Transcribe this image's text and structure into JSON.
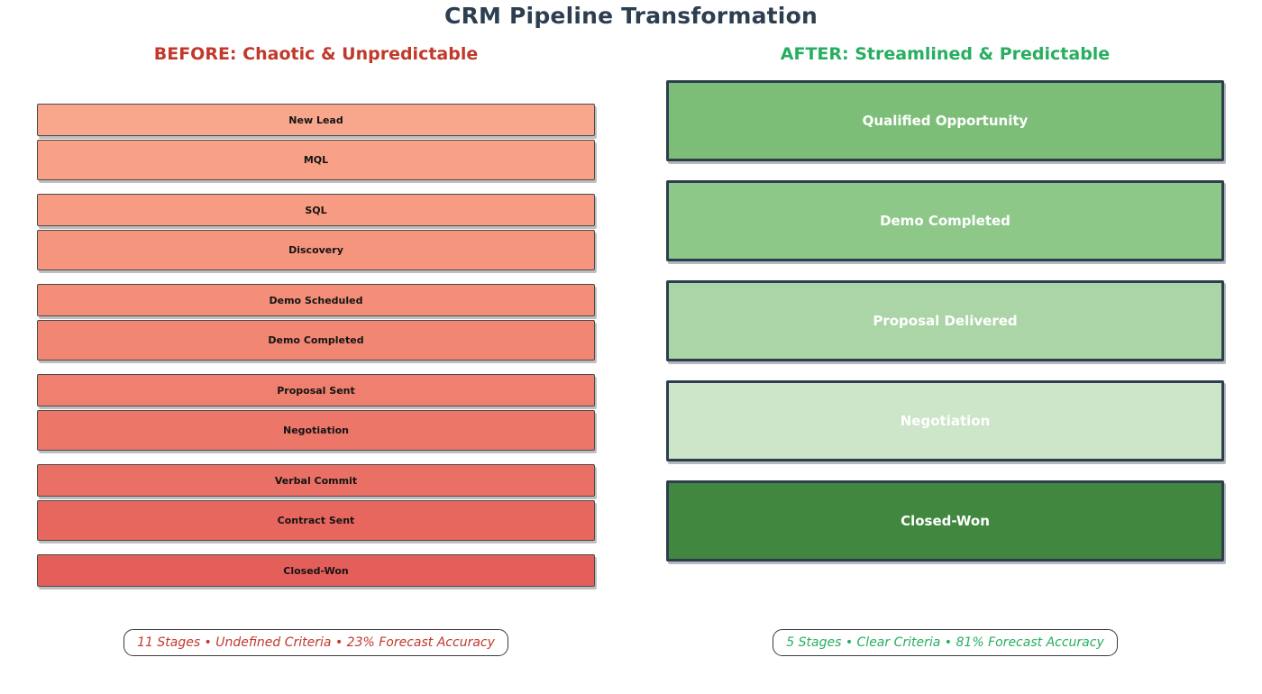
{
  "title": "CRM Pipeline Transformation",
  "before": {
    "heading": "BEFORE: Chaotic & Unpredictable",
    "heading_color": "#c0392b",
    "stages": [
      {
        "label": "New Lead",
        "color": "#f9a78c"
      },
      {
        "label": "MQL",
        "color": "#f8a187"
      },
      {
        "label": "SQL",
        "color": "#f79b82"
      },
      {
        "label": "Discovery",
        "color": "#f6957d"
      },
      {
        "label": "Demo Scheduled",
        "color": "#f48e78"
      },
      {
        "label": "Demo Completed",
        "color": "#f18773"
      },
      {
        "label": "Proposal Sent",
        "color": "#ef7f6e"
      },
      {
        "label": "Negotiation",
        "color": "#ec7769"
      },
      {
        "label": "Verbal Commit",
        "color": "#ea6f64"
      },
      {
        "label": "Contract Sent",
        "color": "#e7675f"
      },
      {
        "label": "Closed-Won",
        "color": "#e55f5a"
      }
    ],
    "caption": "11 Stages • Undefined Criteria • 23% Forecast Accuracy",
    "caption_color": "#c0392b"
  },
  "after": {
    "heading": "AFTER: Streamlined & Predictable",
    "heading_color": "#27ae60",
    "stages": [
      {
        "label": "Qualified Opportunity",
        "color": "#7cbe78"
      },
      {
        "label": "Demo Completed",
        "color": "#8dc889"
      },
      {
        "label": "Proposal Delivered",
        "color": "#abd5a7"
      },
      {
        "label": "Negotiation",
        "color": "#cde5c9"
      },
      {
        "label": "Closed-Won",
        "color": "#41873f"
      }
    ],
    "caption": "5 Stages • Clear Criteria • 81% Forecast Accuracy",
    "caption_color": "#27ae60"
  }
}
